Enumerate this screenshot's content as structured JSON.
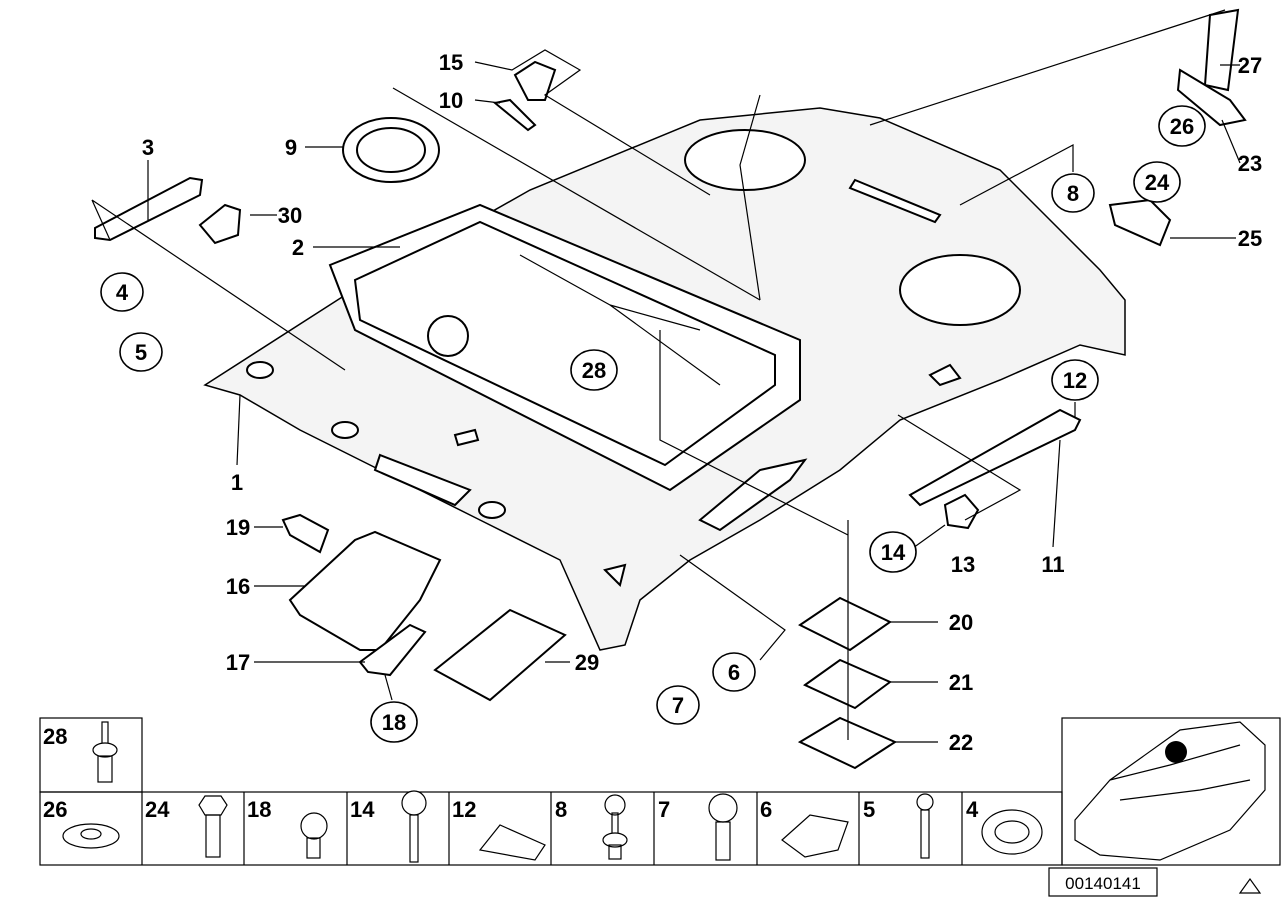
{
  "diagram": {
    "callouts": {
      "c15": "15",
      "c10": "10",
      "c3": "3",
      "c9": "9",
      "c30": "30",
      "c2": "2",
      "c1": "1",
      "c19": "19",
      "c16": "16",
      "c17": "17",
      "c29": "29",
      "c20": "20",
      "c21": "21",
      "c22": "22",
      "c13": "13",
      "c11": "11",
      "c27": "27",
      "c23": "23",
      "c25": "25",
      "k4": "4",
      "k5": "5",
      "k28": "28",
      "k26": "26",
      "k24": "24",
      "k8": "8",
      "k12": "12",
      "k14": "14",
      "k18": "18",
      "k6": "6",
      "k7": "7"
    },
    "fastener_table": [
      "28",
      "26",
      "24",
      "18",
      "14",
      "12",
      "8",
      "7",
      "6",
      "5",
      "4"
    ],
    "reference_number": "00140141"
  }
}
